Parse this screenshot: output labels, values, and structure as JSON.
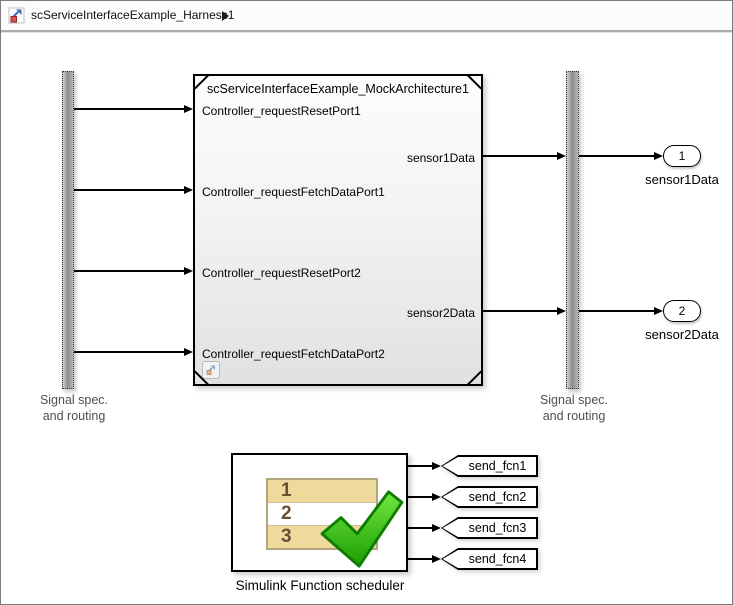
{
  "breadcrumb": {
    "title": "scServiceInterfaceExample_Harness1",
    "icon": "model-block-icon",
    "expand_arrow": "right-triangle"
  },
  "routers": {
    "left": {
      "line1": "Signal spec.",
      "line2": "and routing"
    },
    "right": {
      "line1": "Signal spec.",
      "line2": "and routing"
    }
  },
  "model_block": {
    "title": "scServiceInterfaceExample_MockArchitecture1",
    "input_ports": [
      "Controller_requestResetPort1",
      "Controller_requestFetchDataPort1",
      "Controller_requestResetPort2",
      "Controller_requestFetchDataPort2"
    ],
    "output_ports": [
      "sensor1Data",
      "sensor2Data"
    ],
    "badge_icon": "model-reference-badge"
  },
  "outports": [
    {
      "number": "1",
      "label": "sensor1Data"
    },
    {
      "number": "2",
      "label": "sensor2Data"
    }
  ],
  "scheduler": {
    "label": "Simulink Function scheduler",
    "rows": [
      "1",
      "2",
      "3"
    ],
    "icon": "green-checkmark"
  },
  "function_tags": [
    "send_fcn1",
    "send_fcn2",
    "send_fcn3",
    "send_fcn4"
  ],
  "colors": {
    "check_green_light": "#71e840",
    "check_green_dark": "#1c9c02",
    "schedule_row_tan": "#edda9c",
    "row_number_brown": "#6a4f35",
    "wire": "#000000",
    "router_bar_gray": "#8d8d8d"
  }
}
